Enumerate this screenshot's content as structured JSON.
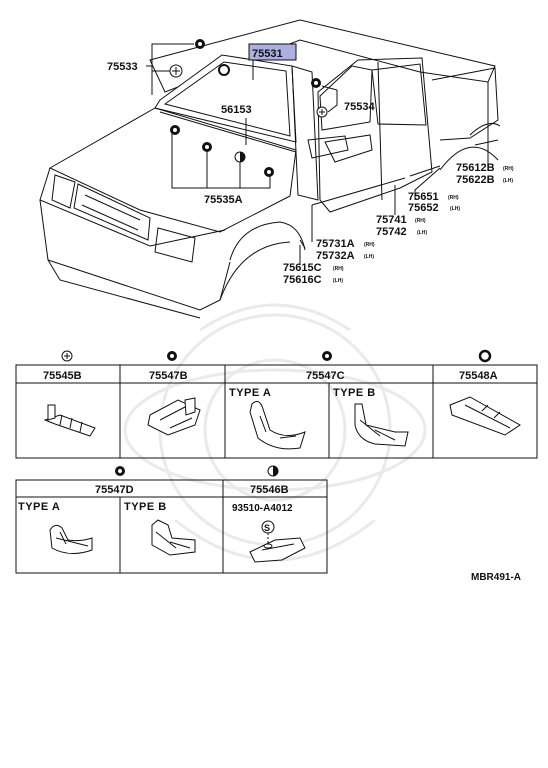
{
  "diagram": {
    "callouts": {
      "c75533": "75533",
      "c75531": "75531",
      "c56153": "56153",
      "c75534": "75534",
      "c75535A": "75535A",
      "c75612B": "75612B",
      "c75612B_side": "(RH)",
      "c75622B": "75622B",
      "c75622B_side": "(LH)",
      "c75651": "75651",
      "c75651_side": "(RH)",
      "c75652": "75652",
      "c75652_side": "(LH)",
      "c75741": "75741",
      "c75741_side": "(RH)",
      "c75742": "75742",
      "c75742_side": "(LH)",
      "c75731A": "75731A",
      "c75731A_side": "(RH)",
      "c75732A": "75732A",
      "c75732A_side": "(LH)",
      "c75615C": "75615C",
      "c75615C_side": "(RH)",
      "c75616C": "75616C",
      "c75616C_side": "(LH)"
    },
    "clip_table_top": {
      "cells": [
        "75545B",
        "75547B",
        "75547C",
        "75548A"
      ],
      "type_a": "TYPE  A",
      "type_b": "TYPE  B"
    },
    "clip_table_bottom": {
      "cells": [
        "75547D",
        "75546B"
      ],
      "type_a": "TYPE  A",
      "type_b": "TYPE  B",
      "screw_part": "93510-A4012",
      "screw_symbol": "S"
    },
    "figure_code": "MBR491-A",
    "colors": {
      "highlight": "#aab0e0",
      "ink": "#111111"
    }
  }
}
